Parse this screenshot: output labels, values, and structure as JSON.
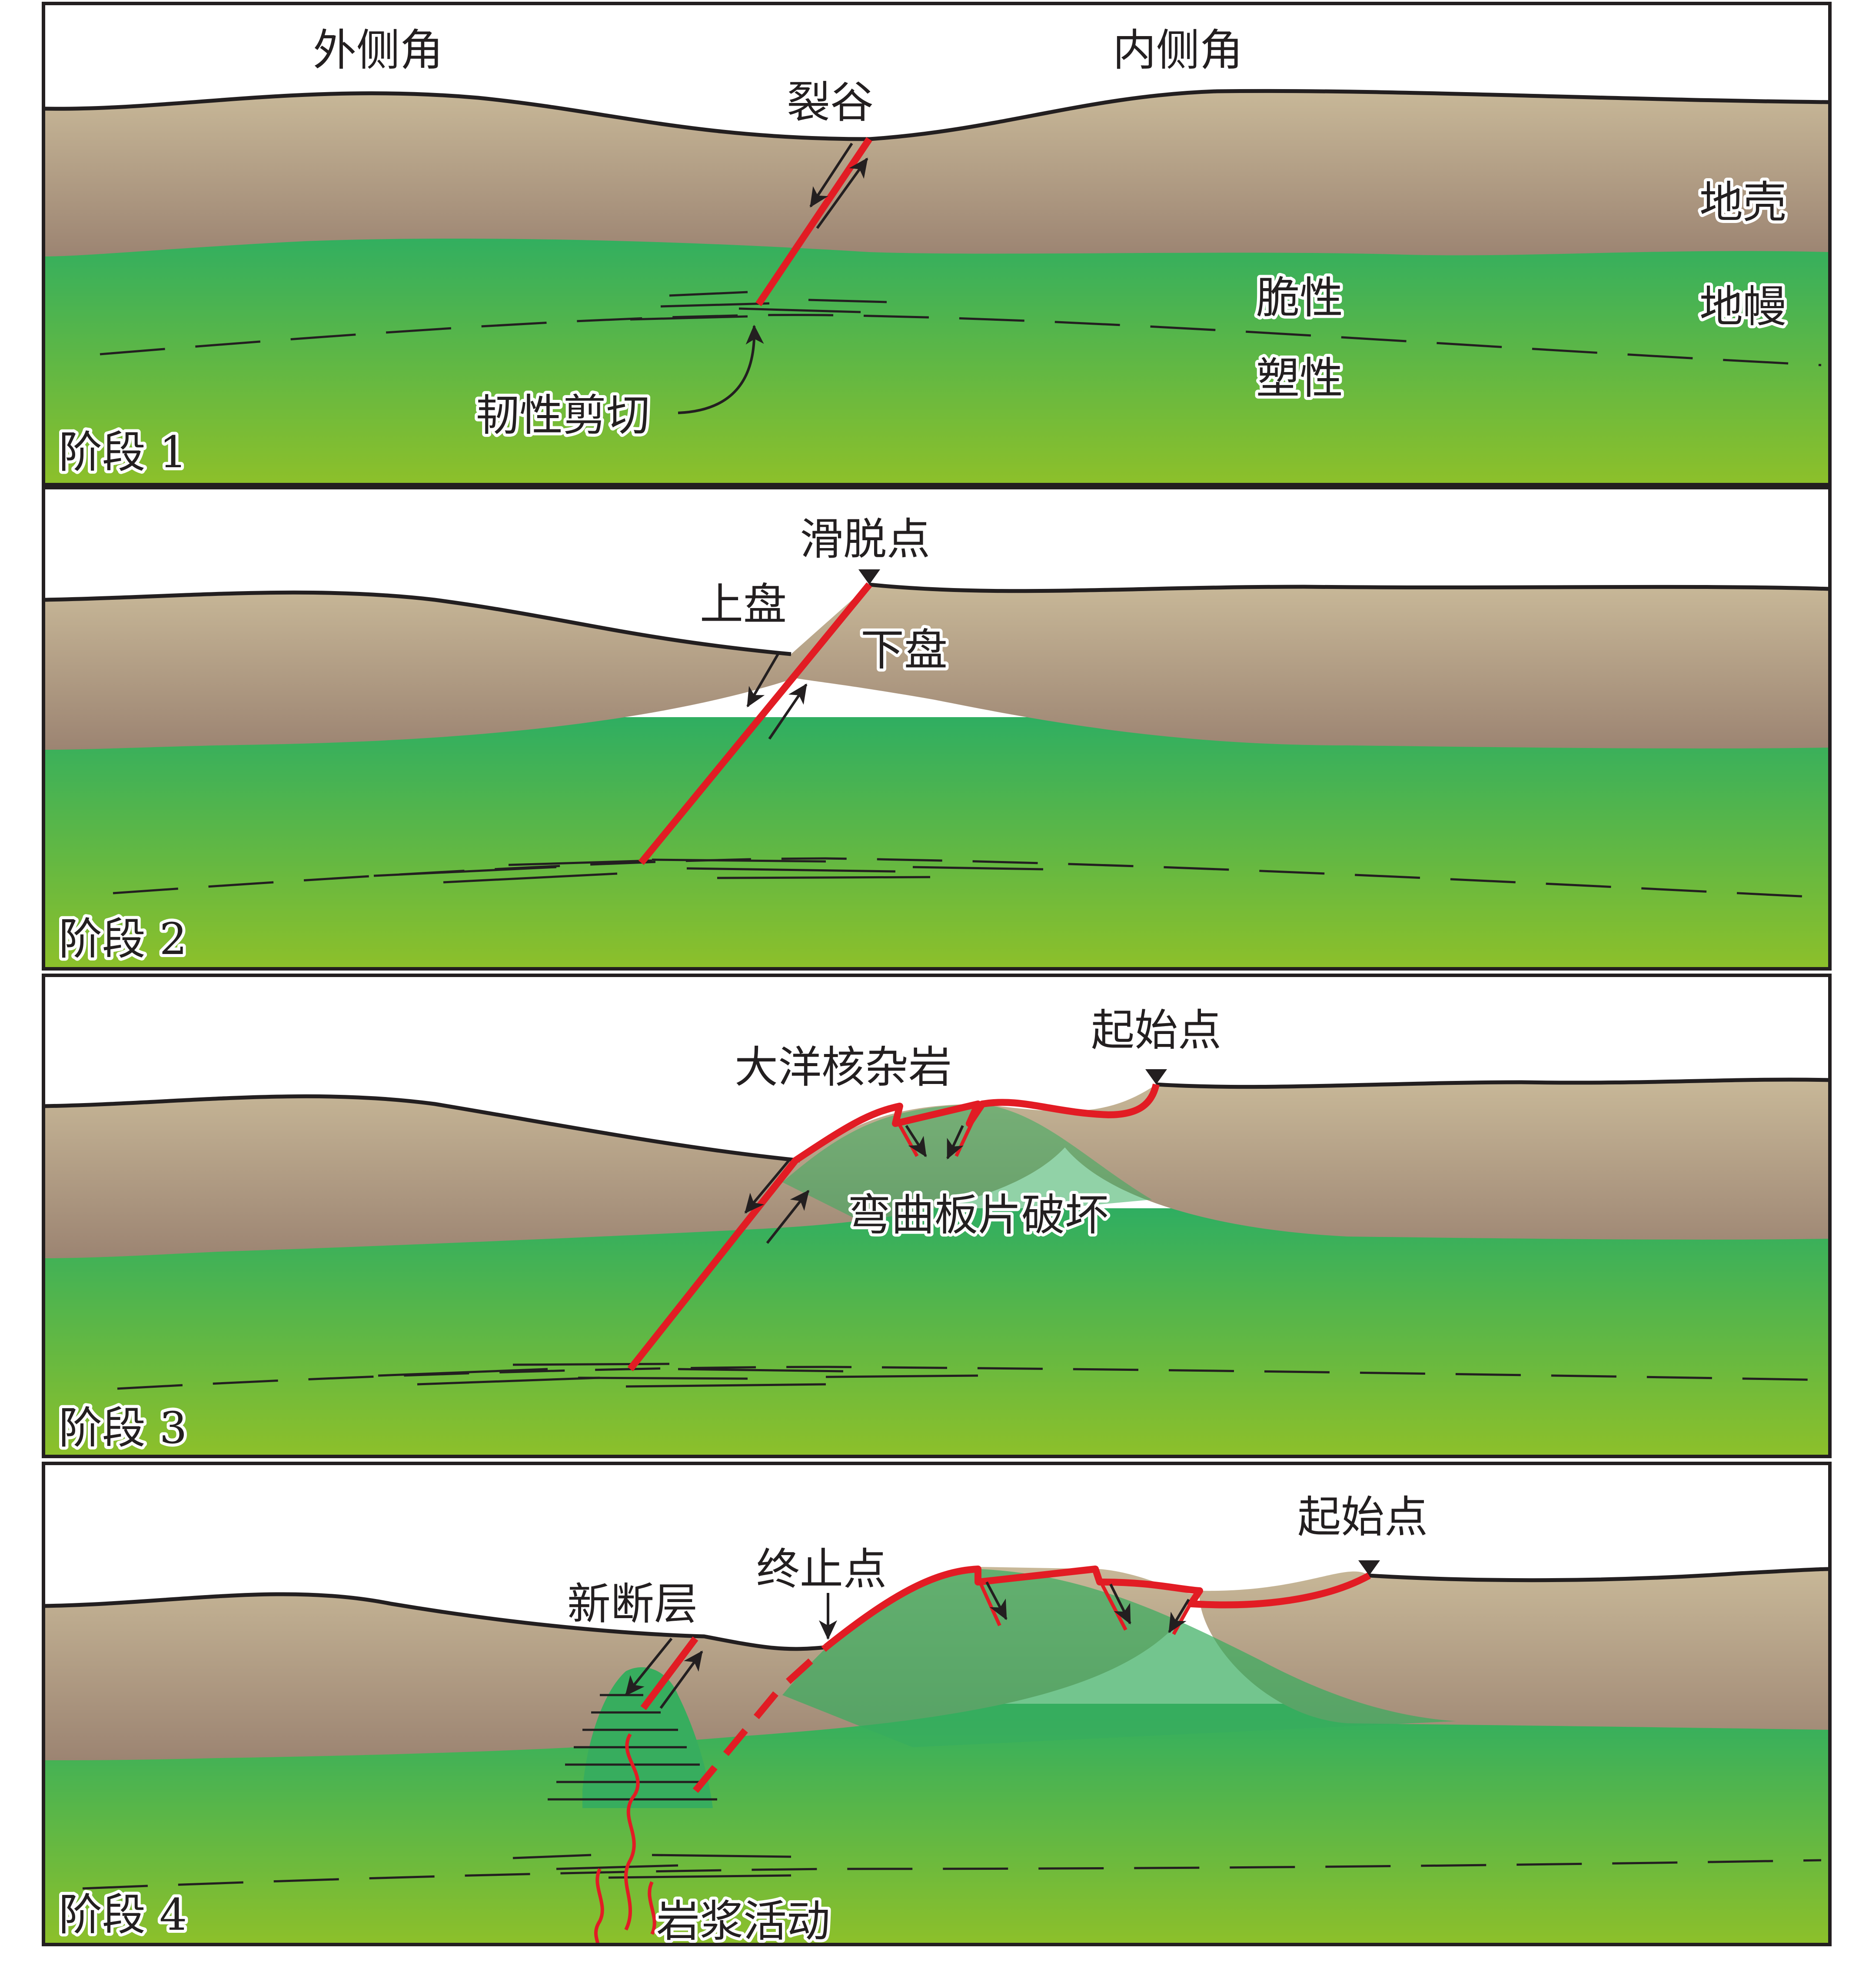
{
  "colors": {
    "crust_top": "#c8b898",
    "crust_bottom": "#9c8472",
    "mantle_top": "#2fae61",
    "mantle_bottom": "#8dc02a",
    "fault": "#e21c24",
    "line": "#231f20"
  },
  "panels": [
    {
      "stage_label": "阶段 1",
      "labels": {
        "outer_corner": "外侧角",
        "inner_corner": "内侧角",
        "rift_valley": "裂谷",
        "crust": "地壳",
        "brittle": "脆性",
        "mantle": "地幔",
        "plastic": "塑性",
        "ductile_shear": "韧性剪切"
      }
    },
    {
      "stage_label": "阶段 2",
      "labels": {
        "breakaway_point": "滑脱点",
        "hanging_wall": "上盘",
        "footwall": "下盘"
      }
    },
    {
      "stage_label": "阶段 3",
      "labels": {
        "occ": "大洋核杂岩",
        "breakaway": "起始点",
        "flexural_failure": "弯曲板片破坏"
      }
    },
    {
      "stage_label": "阶段 4",
      "labels": {
        "new_fault": "新断层",
        "termination": "终止点",
        "breakaway": "起始点",
        "magmatism": "岩浆活动"
      }
    }
  ]
}
